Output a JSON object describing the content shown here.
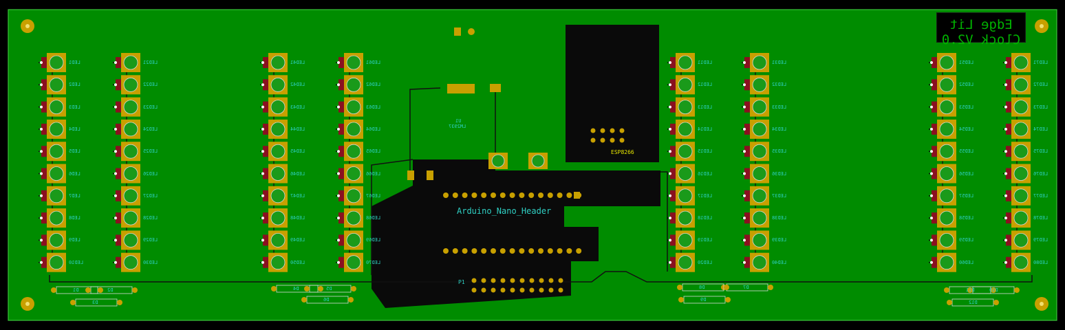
{
  "board": {
    "title": "Edge Lit Clock V2.0",
    "header_label": "Arduino_Nano_Header",
    "esp_label": "ESP8266",
    "regulator_label": "LM2937",
    "regulator_ref": "U1",
    "connector_label": "P1"
  },
  "led_columns": [
    {
      "prefix": "LED",
      "start": 1
    },
    {
      "prefix": "LED",
      "start": 21
    },
    {
      "prefix": "LED",
      "start": 41
    },
    {
      "prefix": "LED",
      "start": 61
    },
    {
      "prefix": "LED",
      "start": 11
    },
    {
      "prefix": "LED",
      "start": 31
    },
    {
      "prefix": "LED",
      "start": 51
    },
    {
      "prefix": "LED",
      "start": 71
    }
  ],
  "diodes": [
    "D1",
    "D2",
    "D3",
    "D4",
    "D5",
    "D6",
    "D7",
    "D8",
    "D9",
    "D10",
    "D11",
    "D12"
  ],
  "colors": {
    "board": "#008c00",
    "copper_pour": "#0a0a0a",
    "pad": "#c8a000",
    "led_body": "#8a1020",
    "silk": "#2fd0c4",
    "outline": "#d8d800"
  }
}
